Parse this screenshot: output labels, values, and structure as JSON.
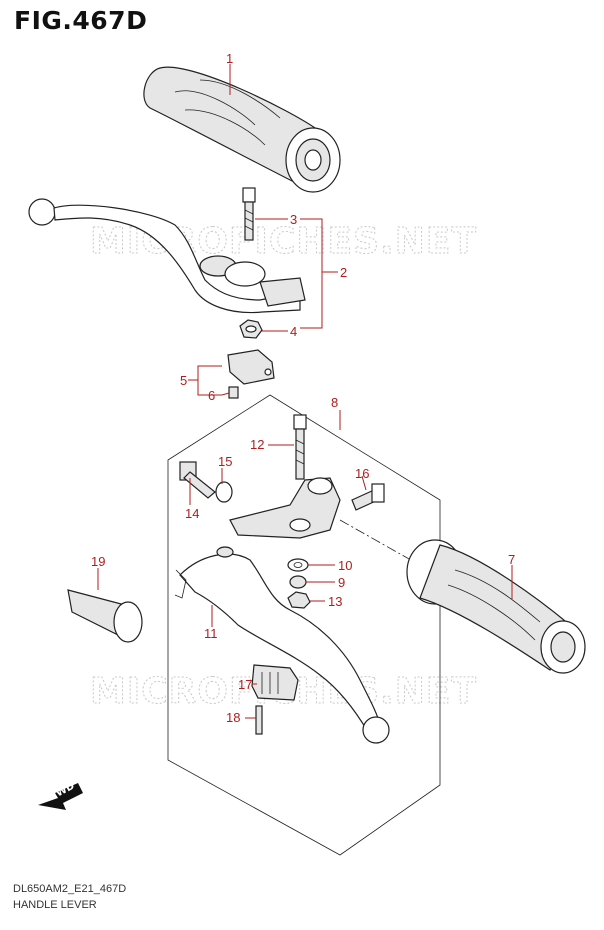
{
  "figure": {
    "title": "FIG.467D",
    "model_code": "DL650AM2_E21_467D",
    "caption": "HANDLE LEVER"
  },
  "watermark": "MICROFICHES.NET",
  "fwd_label": "FWD",
  "callouts": {
    "c1": "1",
    "c2": "2",
    "c3": "3",
    "c4": "4",
    "c5": "5",
    "c6": "6",
    "c7": "7",
    "c8": "8",
    "c9": "9",
    "c10": "10",
    "c11": "11",
    "c12": "12",
    "c13": "13",
    "c14": "14",
    "c15": "15",
    "c16": "16",
    "c17": "17",
    "c18": "18",
    "c19": "19"
  },
  "colors": {
    "callout": "#b01e1e",
    "line": "#222222",
    "watermark": "#c9c9c9"
  }
}
